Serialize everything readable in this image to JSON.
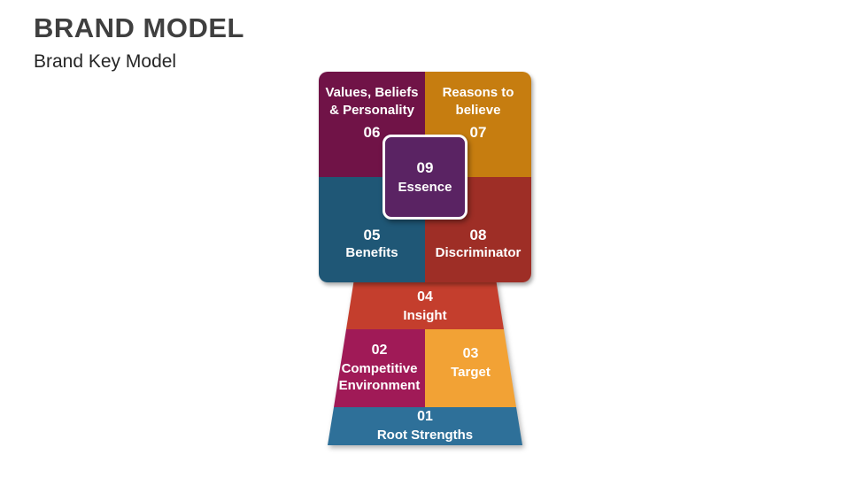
{
  "header": {
    "title": "BRAND MODEL",
    "subtitle": "Brand Key Model"
  },
  "diagram": {
    "quadrants": {
      "values": {
        "number": "06",
        "label": "Values, Beliefs\n& Personality",
        "color": "#701347"
      },
      "reasons": {
        "number": "07",
        "label": "Reasons to\nbelieve",
        "color": "#C67D10"
      },
      "benefits": {
        "number": "05",
        "label": "Benefits",
        "color": "#1F5776"
      },
      "discriminator": {
        "number": "08",
        "label": "Discriminator",
        "color": "#9E2E26"
      }
    },
    "essence": {
      "number": "09",
      "label": "Essence",
      "color": "#5A2363"
    },
    "levels": {
      "insight": {
        "number": "04",
        "label": "Insight",
        "color": "#C43E2D"
      },
      "competitive": {
        "number": "02",
        "label": "Competitive\nEnvironment",
        "color": "#A01A57"
      },
      "target": {
        "number": "03",
        "label": "Target",
        "color": "#F2A235"
      },
      "root": {
        "number": "01",
        "label": "Root Strengths",
        "color": "#2E7099"
      }
    }
  }
}
